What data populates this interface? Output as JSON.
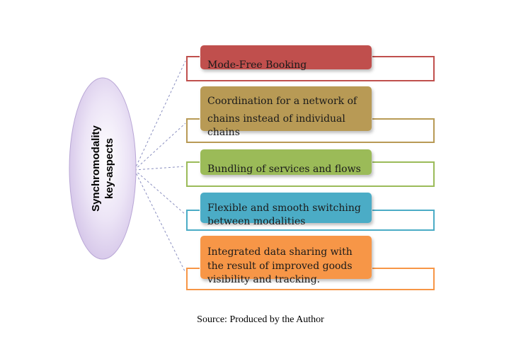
{
  "center": {
    "line1": "Synchromodality",
    "line2": "key-aspects"
  },
  "items": [
    {
      "lines": [
        "Mode-Free Booking"
      ],
      "fill": "#c0504d",
      "stroke": "#c0504d"
    },
    {
      "lines": [
        "Coordination for a network of",
        "chains instead of individual",
        "chains"
      ],
      "fill": "#b89a55",
      "stroke": "#b89a55"
    },
    {
      "lines": [
        "Bundling of services and flows"
      ],
      "fill": "#9bbb59",
      "stroke": "#9bbb59"
    },
    {
      "lines": [
        "Flexible and smooth switching",
        "between modalities"
      ],
      "fill": "#4bacc6",
      "stroke": "#4bacc6"
    },
    {
      "lines": [
        "Integrated data sharing with",
        "the result of improved goods",
        "visibility and tracking."
      ],
      "fill": "#f79646",
      "stroke": "#f79646"
    }
  ],
  "caption": "Source: Produced by the Author"
}
